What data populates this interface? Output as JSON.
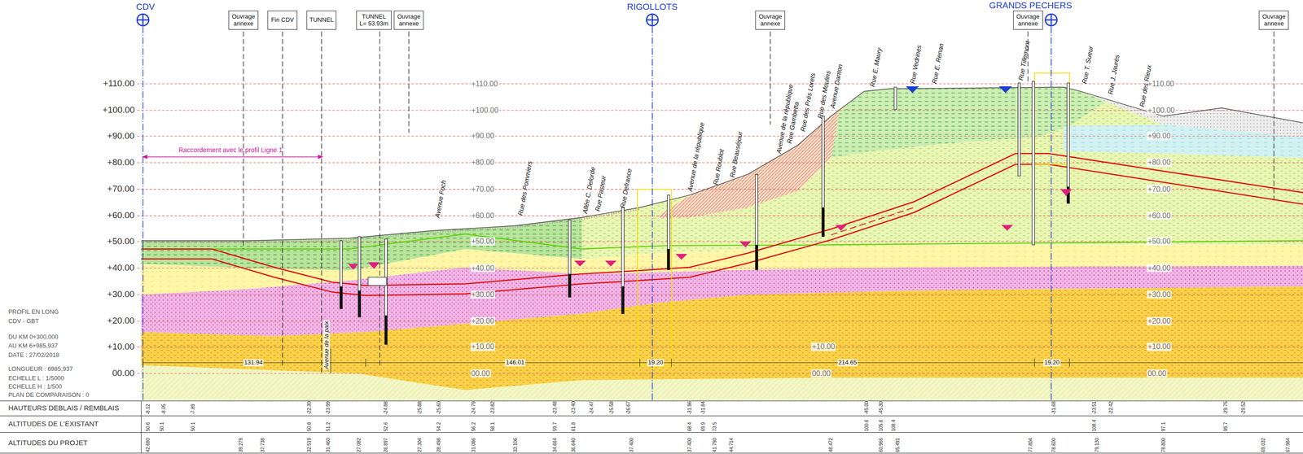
{
  "diagram": {
    "nodes": [
      {
        "text": [
          "Ouvrage annexe"
        ]
      },
      {
        "text": [
          "Fin CDV"
        ]
      },
      {
        "text": [
          "TUNNEL"
        ]
      },
      {
        "text": [
          "TUNNEL L= 53.93m"
        ]
      },
      {
        "text": [
          "Ouvrage annexe"
        ]
      },
      {
        "text": [
          "Ouvrage annexe"
        ]
      },
      {
        "text": [
          "Ouvrage annexe"
        ]
      },
      {
        "text": [
          "Ouvrage annexe"
        ]
      }
    ],
    "labels": [
      "CDV",
      "RIGOLLOTS",
      "GRANDS PECHERS",
      "+110.00",
      "+100.00",
      "+90.00",
      "+80.00",
      "+70.00",
      "+60.00",
      "+50.00",
      "+40.00",
      "+30.00",
      "+20.00",
      "+10.00",
      "00.00",
      "+110.00",
      "+100.00",
      "+90.00",
      "+80.00",
      "+70.00",
      "+60.00",
      "+50.00",
      "+40.00",
      "+30.00",
      "+20.00",
      "+10.00",
      "00.00",
      "+110.00",
      "+100.00",
      "+90.00",
      "+80.00",
      "+70.00",
      "+60.00",
      "+50.00",
      "+40.00",
      "+30.00",
      "+20.00",
      "+10.00",
      "00.00",
      "+10.00",
      "00.00",
      "PROFIL EN LONG",
      "CDV - GBT",
      "DU KM 0+300,000",
      "AU KM 6+985,937",
      "DATE : 27/02/2018",
      "LONGUEUR : 6985,937",
      "ECHELLE L : 1/5000",
      "ECHELLE H : 1/500",
      "PLAN DE COMPARAISON : 0",
      "HAUTEURS DEBLAIS / REMBLAIS",
      "ALTITUDES DE L'EXISTANT",
      "ALTITUDES DU PROJET",
      "131.94",
      "146.01",
      "19.20",
      "214.65",
      "19.20",
      "Raccordement avec le profil Ligne 1",
      "Avenue Foch",
      "Rue des Pommiers",
      "Allée C. Delorde",
      "Rue Pasteur",
      "Rue Defrance",
      "Avenue de la république",
      "Rue Roublot",
      "Rue Beauséjour",
      "Avenue de la république",
      "Rue Gambetta",
      "Rue des Prés Lorets",
      "Rue des Moulins",
      "Avenue Danton",
      "Rue E. Maury",
      "Rue Vedrines",
      "Rue E. Renan",
      "Rue Tillemont",
      "Rue T. Sueur",
      "Rue J. Jaurès",
      "Rue des Rieux",
      "Avenue de la paix",
      "-8.12",
      "-8.05",
      "-7.89",
      "-22.30",
      "-23.99",
      "-24.88",
      "-25.88",
      "-25.60",
      "-24.79",
      "-23.82",
      "-23.48",
      "-23.40",
      "-24.47",
      "-25.58",
      "-26.67",
      "-31.96",
      "-31.84",
      "-45.00",
      "-45.30",
      "-31.68",
      "-23.51",
      "-22.42",
      "-29.75",
      "-29.52",
      "50.6",
      "50.1",
      "50.1",
      "50.8",
      "51.2",
      "52.6",
      "54.2",
      "56.2",
      "58.1",
      "59.7",
      "61.8",
      "68.4",
      "69.9",
      "73.5",
      "100.6",
      "105.6",
      "108.4",
      "108.4",
      "97.1",
      "99.7",
      "42.680",
      "39.279",
      "37.738",
      "32.519",
      "31.460",
      "27.082",
      "26.897",
      "27.304",
      "28.498",
      "31.086",
      "33.106",
      "34.664",
      "36.640",
      "37.400",
      "37.400",
      "41.790",
      "44.714",
      "48.472",
      "60.966",
      "65.491",
      "77.804",
      "78.600",
      "79.130",
      "78.800",
      "69.032",
      "67.984"
    ]
  }
}
